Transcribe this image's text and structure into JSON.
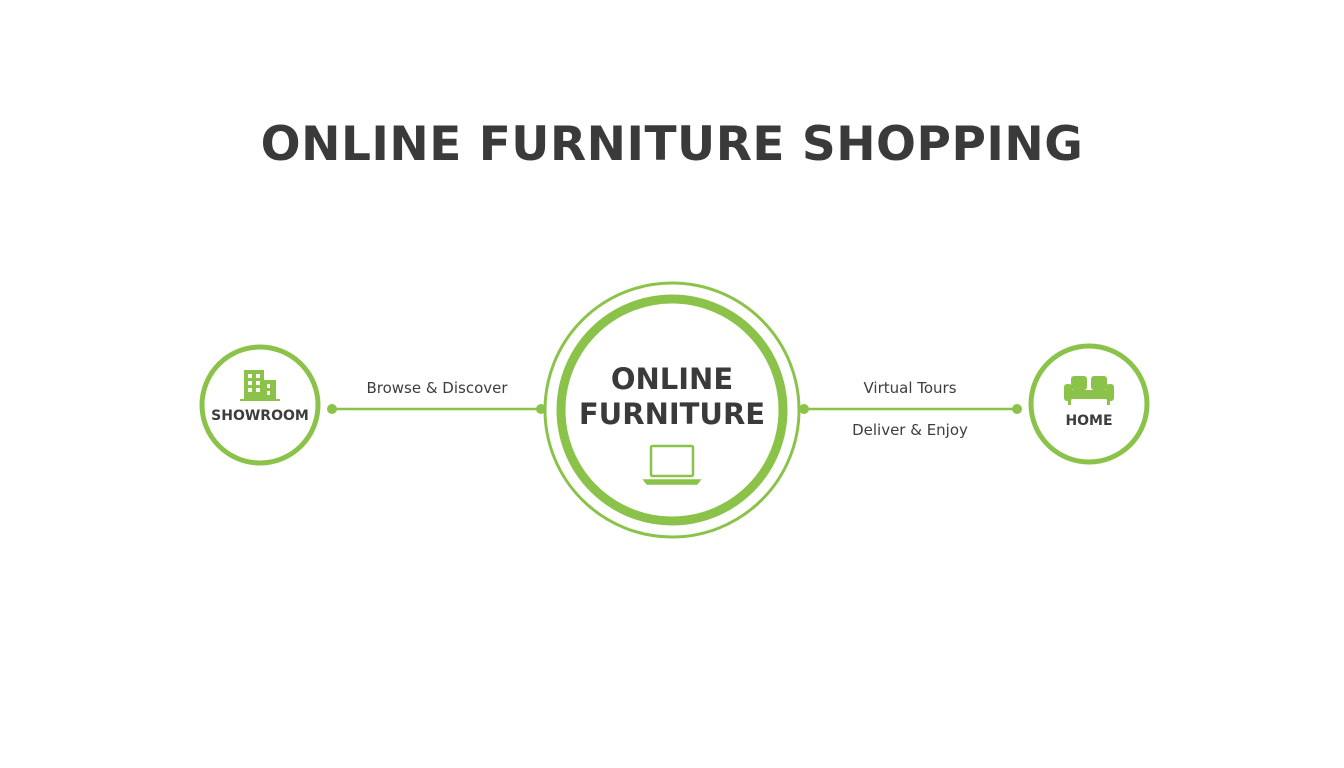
{
  "title": "ONLINE FURNITURE SHOPPING",
  "colors": {
    "accent": "#8bc34a",
    "text": "#3a3a3a"
  },
  "nodes": {
    "left": {
      "label": "SHOWROOM",
      "icon": "building-icon"
    },
    "center": {
      "line1": "ONLINE",
      "line2": "FURNITURE",
      "icon": "laptop-icon"
    },
    "right": {
      "label": "HOME",
      "icon": "sofa-icon"
    }
  },
  "connectors": {
    "left": {
      "label": "Browse & Discover"
    },
    "right": {
      "label_top": "Virtual Tours",
      "label_bottom": "Deliver & Enjoy"
    }
  }
}
